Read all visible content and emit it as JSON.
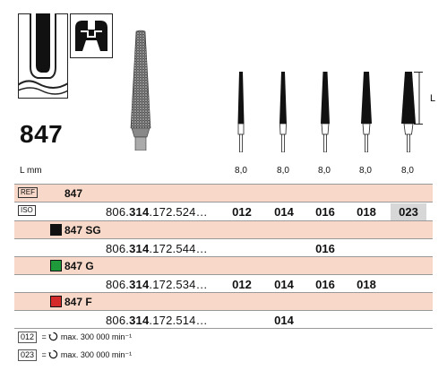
{
  "product": {
    "model": "847"
  },
  "length_label": "L mm",
  "lengths": [
    "8,0",
    "8,0",
    "8,0",
    "8,0",
    "8,0"
  ],
  "dimension_label": "L",
  "rows": {
    "ref_badge": "REF",
    "ref_value": "847",
    "iso_badge": "ISO",
    "iso_code_pre": "806.",
    "iso_code_bold": "314",
    "iso_code_post": ".172.524…",
    "iso_sizes": [
      "012",
      "014",
      "016",
      "018",
      "023"
    ],
    "sg_label": "847 SG",
    "sg_color": "#111111",
    "sg_code_pre": "806.",
    "sg_code_bold": "314",
    "sg_code_post": ".172.544…",
    "sg_sizes": [
      "",
      "",
      "016",
      "",
      ""
    ],
    "g_label": "847 G",
    "g_color": "#1f9a3a",
    "g_code_pre": "806.",
    "g_code_bold": "314",
    "g_code_post": ".172.534…",
    "g_sizes": [
      "012",
      "014",
      "016",
      "018",
      ""
    ],
    "f_label": "847 F",
    "f_color": "#d42a2a",
    "f_code_pre": "806.",
    "f_code_bold": "314",
    "f_code_post": ".172.514…",
    "f_sizes": [
      "",
      "014",
      "",
      "",
      ""
    ]
  },
  "footnotes": [
    {
      "size": "012",
      "eq": "=",
      "text": "max. 300 000 min⁻¹"
    },
    {
      "size": "023",
      "eq": "=",
      "text": "max. 300 000 min⁻¹"
    }
  ],
  "colors": {
    "band": "#f8d9c9",
    "highlight": "#d7d7d7"
  }
}
